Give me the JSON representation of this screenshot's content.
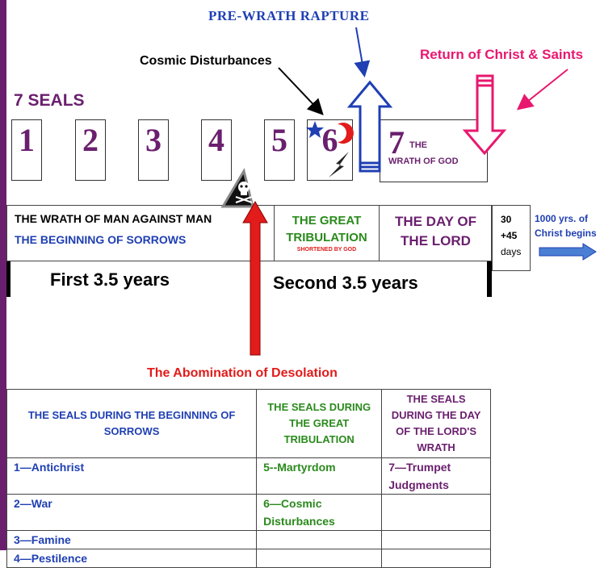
{
  "header": {
    "rapture_label": "PRE-WRATH RAPTURE",
    "cosmic_label": "Cosmic Disturbances",
    "return_label": "Return of Christ & Saints"
  },
  "seals": {
    "title": "7 SEALS",
    "numbers": [
      "1",
      "2",
      "3",
      "4",
      "5",
      "6",
      "7"
    ],
    "seal7_the": "THE",
    "seal7_caption": "WRATH OF GOD"
  },
  "timeline": {
    "wrath_of_man": "THE WRATH OF MAN AGAINST MAN",
    "beginning": "THE BEGINNING OF SORROWS",
    "great_line1": "THE GREAT",
    "great_line2": "TRIBULATION",
    "shortened": "SHORTENED BY GOD",
    "day_line1": "THE DAY OF",
    "day_line2": "THE LORD",
    "d30": "30",
    "d45": "+45",
    "days": "days",
    "millennium_line1": "1000 yrs. of",
    "millennium_line2": "Christ begins",
    "first_half": "First 3.5 years",
    "second_half": "Second  3.5 years",
    "abomination": "The Abomination of Desolation"
  },
  "table": {
    "headers": [
      "THE SEALS DURING THE BEGINNING OF SORROWS",
      "THE SEALS DURING THE GREAT TRIBULATION",
      "THE SEALS DURING THE DAY OF THE LORD'S WRATH"
    ],
    "rows": [
      [
        "1—Antichrist",
        "5--Martyrdom",
        "7—Trumpet Judgments"
      ],
      [
        "2—War",
        "6—Cosmic Disturbances",
        ""
      ],
      [
        "3—Famine",
        "",
        ""
      ],
      [
        "4—Pestilence",
        "",
        ""
      ]
    ]
  },
  "colors": {
    "purple": "#6a1f6e",
    "blue": "#1f3fb3",
    "green": "#2a8a1c",
    "red": "#e21b1b",
    "pink": "#e8186f"
  },
  "icons": [
    "skull-crossbones-icon",
    "star-icon",
    "crescent-moon-icon",
    "lightning-icon"
  ]
}
